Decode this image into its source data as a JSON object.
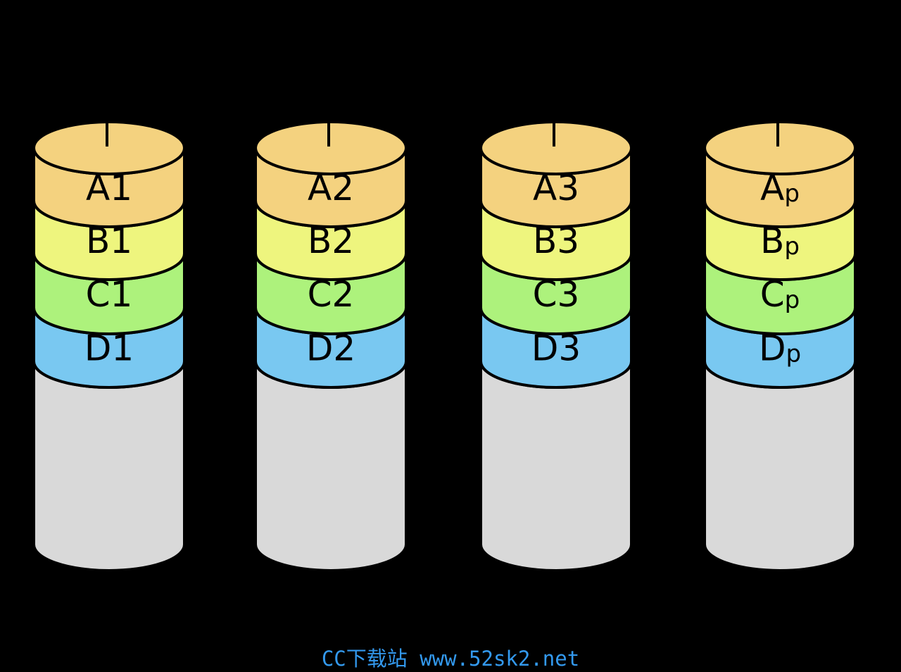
{
  "colors": {
    "background": "#000000",
    "stroke": "#000000",
    "A": "#f4d27f",
    "B": "#eef57e",
    "C": "#adf27c",
    "D": "#79c8f1",
    "body": "#d9d9d9",
    "watermark": "#3399ee"
  },
  "disks": [
    {
      "name": "disk-1",
      "segments": [
        {
          "row": "A",
          "main": "A1",
          "sub": ""
        },
        {
          "row": "B",
          "main": "B1",
          "sub": ""
        },
        {
          "row": "C",
          "main": "C1",
          "sub": ""
        },
        {
          "row": "D",
          "main": "D1",
          "sub": ""
        }
      ]
    },
    {
      "name": "disk-2",
      "segments": [
        {
          "row": "A",
          "main": "A2",
          "sub": ""
        },
        {
          "row": "B",
          "main": "B2",
          "sub": ""
        },
        {
          "row": "C",
          "main": "C2",
          "sub": ""
        },
        {
          "row": "D",
          "main": "D2",
          "sub": ""
        }
      ]
    },
    {
      "name": "disk-3",
      "segments": [
        {
          "row": "A",
          "main": "A3",
          "sub": ""
        },
        {
          "row": "B",
          "main": "B3",
          "sub": ""
        },
        {
          "row": "C",
          "main": "C3",
          "sub": ""
        },
        {
          "row": "D",
          "main": "D3",
          "sub": ""
        }
      ]
    },
    {
      "name": "disk-parity",
      "segments": [
        {
          "row": "A",
          "main": "A",
          "sub": "p"
        },
        {
          "row": "B",
          "main": "B",
          "sub": "p"
        },
        {
          "row": "C",
          "main": "C",
          "sub": "p"
        },
        {
          "row": "D",
          "main": "D",
          "sub": "p"
        }
      ]
    }
  ],
  "watermark": "CC下载站 www.52sk2.net"
}
